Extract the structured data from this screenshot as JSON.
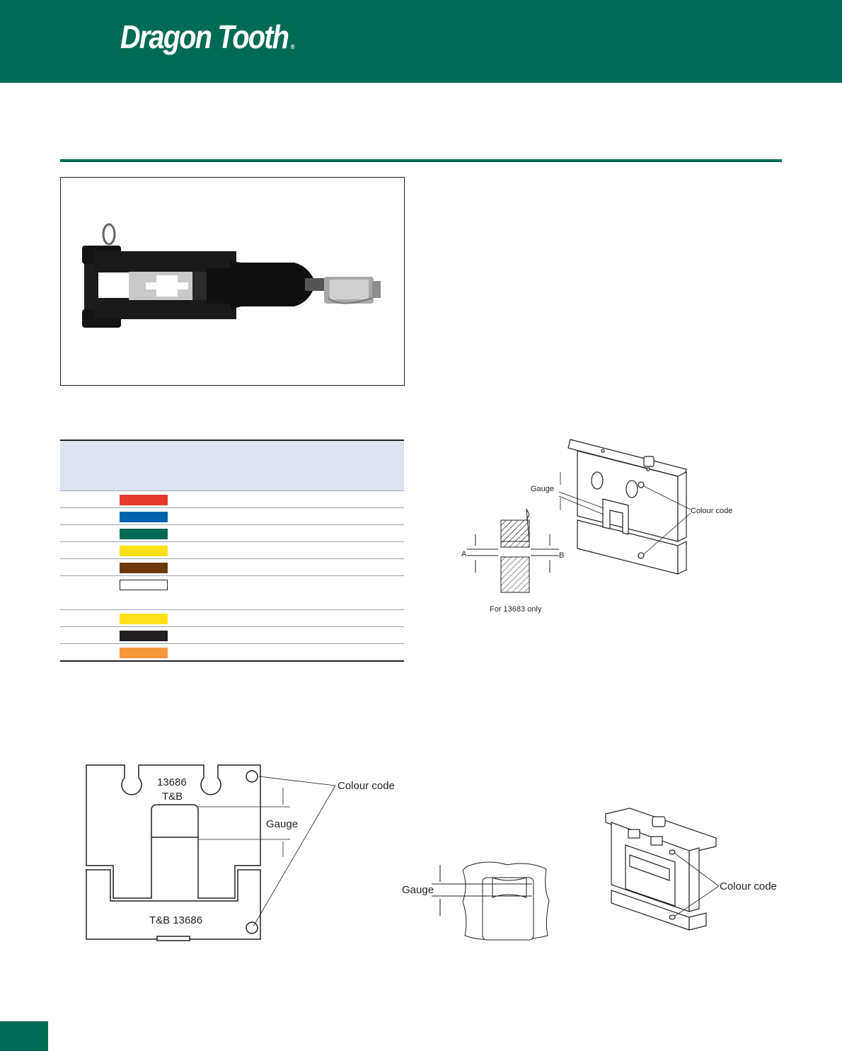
{
  "header": {
    "brand": "Dragon Tooth",
    "reg_mark": "®"
  },
  "colors": {
    "brand_green": "#006b54",
    "table_header_bg": "#dde4ef"
  },
  "color_code_table": {
    "swatches": [
      {
        "color": "#e8392e"
      },
      {
        "color": "#0064ad"
      },
      {
        "color": "#006b54"
      },
      {
        "color": "#fde019"
      },
      {
        "color": "#6a3a0d"
      },
      {
        "color": "#ffffff",
        "tall": true
      },
      {
        "color": "#fde019"
      },
      {
        "color": "#231f20"
      },
      {
        "color": "#f6953b"
      }
    ]
  },
  "die_diagram_top": {
    "gauge_label": "Gauge",
    "colour_code_label": "Colour code",
    "dim_a": "A",
    "dim_b": "B",
    "caption": "For 13683 only"
  },
  "die_diagram_bottom_left": {
    "part_top": "13686",
    "part_brand": "T&B",
    "part_bottom": "T&B 13686",
    "gauge_label": "Gauge",
    "colour_code_label": "Colour code"
  },
  "die_diagram_bottom_mid": {
    "gauge_label": "Gauge"
  },
  "die_diagram_bottom_right": {
    "colour_code_label": "Colour code"
  }
}
